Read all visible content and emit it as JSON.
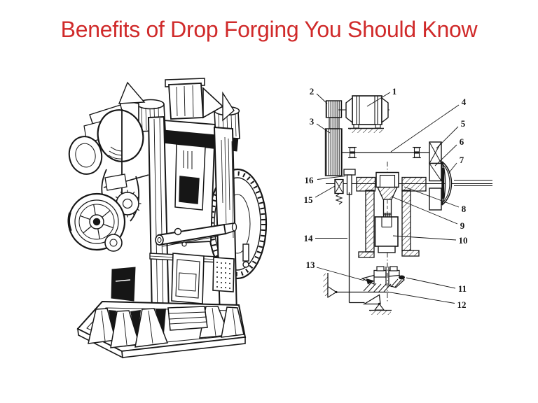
{
  "title": {
    "text": "Benefits of Drop Forging You Should Know",
    "color": "#d02a2a"
  },
  "machine": {
    "name": "drop-forging-press-illustration",
    "ink": "#161616"
  },
  "schematic": {
    "name": "crank-press-mechanism-schematic",
    "ink": "#161616",
    "labels": [
      "1",
      "2",
      "3",
      "4",
      "5",
      "6",
      "7",
      "8",
      "9",
      "10",
      "11",
      "12",
      "13",
      "14",
      "15",
      "16"
    ]
  }
}
